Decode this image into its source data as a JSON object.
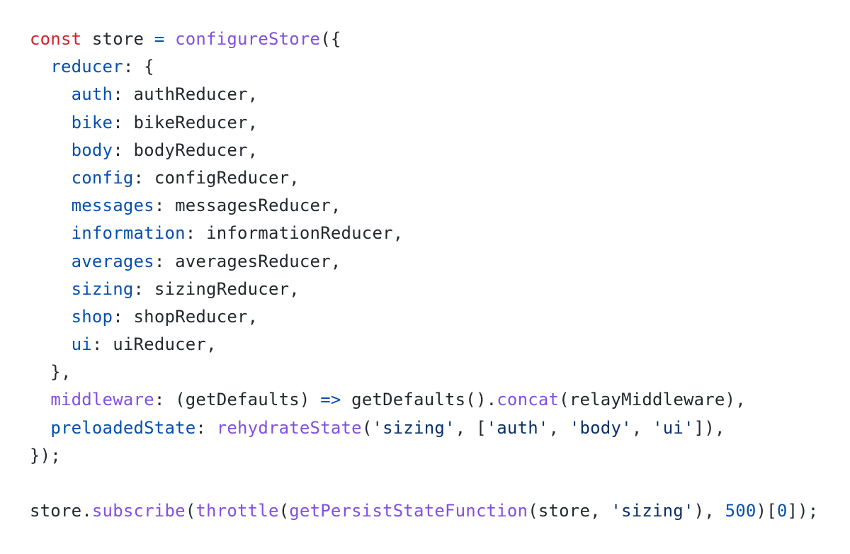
{
  "colors": {
    "background": "#ffffff",
    "plain": "#24292f",
    "keyword": "#cf222e",
    "property": "#0550ae",
    "function": "#8250df",
    "string": "#0a3069",
    "number": "#0550ae",
    "operator": "#0550ae"
  },
  "code": {
    "lines": [
      [
        {
          "t": "const",
          "k": "keyword"
        },
        {
          "t": " store ",
          "k": "plain"
        },
        {
          "t": "=",
          "k": "operator"
        },
        {
          "t": " ",
          "k": "plain"
        },
        {
          "t": "configureStore",
          "k": "function"
        },
        {
          "t": "({",
          "k": "plain"
        }
      ],
      [
        {
          "t": "  ",
          "k": "plain"
        },
        {
          "t": "reducer",
          "k": "property"
        },
        {
          "t": ": {",
          "k": "plain"
        }
      ],
      [
        {
          "t": "    ",
          "k": "plain"
        },
        {
          "t": "auth",
          "k": "property"
        },
        {
          "t": ": authReducer,",
          "k": "plain"
        }
      ],
      [
        {
          "t": "    ",
          "k": "plain"
        },
        {
          "t": "bike",
          "k": "property"
        },
        {
          "t": ": bikeReducer,",
          "k": "plain"
        }
      ],
      [
        {
          "t": "    ",
          "k": "plain"
        },
        {
          "t": "body",
          "k": "property"
        },
        {
          "t": ": bodyReducer,",
          "k": "plain"
        }
      ],
      [
        {
          "t": "    ",
          "k": "plain"
        },
        {
          "t": "config",
          "k": "property"
        },
        {
          "t": ": configReducer,",
          "k": "plain"
        }
      ],
      [
        {
          "t": "    ",
          "k": "plain"
        },
        {
          "t": "messages",
          "k": "property"
        },
        {
          "t": ": messagesReducer,",
          "k": "plain"
        }
      ],
      [
        {
          "t": "    ",
          "k": "plain"
        },
        {
          "t": "information",
          "k": "property"
        },
        {
          "t": ": informationReducer,",
          "k": "plain"
        }
      ],
      [
        {
          "t": "    ",
          "k": "plain"
        },
        {
          "t": "averages",
          "k": "property"
        },
        {
          "t": ": averagesReducer,",
          "k": "plain"
        }
      ],
      [
        {
          "t": "    ",
          "k": "plain"
        },
        {
          "t": "sizing",
          "k": "property"
        },
        {
          "t": ": sizingReducer,",
          "k": "plain"
        }
      ],
      [
        {
          "t": "    ",
          "k": "plain"
        },
        {
          "t": "shop",
          "k": "property"
        },
        {
          "t": ": shopReducer,",
          "k": "plain"
        }
      ],
      [
        {
          "t": "    ",
          "k": "plain"
        },
        {
          "t": "ui",
          "k": "property"
        },
        {
          "t": ": uiReducer,",
          "k": "plain"
        }
      ],
      [
        {
          "t": "  },",
          "k": "plain"
        }
      ],
      [
        {
          "t": "  ",
          "k": "plain"
        },
        {
          "t": "middleware",
          "k": "function"
        },
        {
          "t": ": (getDefaults) ",
          "k": "plain"
        },
        {
          "t": "=>",
          "k": "operator"
        },
        {
          "t": " getDefaults().",
          "k": "plain"
        },
        {
          "t": "concat",
          "k": "function"
        },
        {
          "t": "(relayMiddleware),",
          "k": "plain"
        }
      ],
      [
        {
          "t": "  ",
          "k": "plain"
        },
        {
          "t": "preloadedState",
          "k": "property"
        },
        {
          "t": ": ",
          "k": "plain"
        },
        {
          "t": "rehydrateState",
          "k": "function"
        },
        {
          "t": "(",
          "k": "plain"
        },
        {
          "t": "'sizing'",
          "k": "string"
        },
        {
          "t": ", [",
          "k": "plain"
        },
        {
          "t": "'auth'",
          "k": "string"
        },
        {
          "t": ", ",
          "k": "plain"
        },
        {
          "t": "'body'",
          "k": "string"
        },
        {
          "t": ", ",
          "k": "plain"
        },
        {
          "t": "'ui'",
          "k": "string"
        },
        {
          "t": "]),",
          "k": "plain"
        }
      ],
      [
        {
          "t": "});",
          "k": "plain"
        }
      ],
      [],
      [
        {
          "t": "store.",
          "k": "plain"
        },
        {
          "t": "subscribe",
          "k": "function"
        },
        {
          "t": "(",
          "k": "plain"
        },
        {
          "t": "throttle",
          "k": "function"
        },
        {
          "t": "(",
          "k": "plain"
        },
        {
          "t": "getPersistStateFunction",
          "k": "function"
        },
        {
          "t": "(store, ",
          "k": "plain"
        },
        {
          "t": "'sizing'",
          "k": "string"
        },
        {
          "t": "), ",
          "k": "plain"
        },
        {
          "t": "500",
          "k": "number"
        },
        {
          "t": ")[",
          "k": "plain"
        },
        {
          "t": "0",
          "k": "number"
        },
        {
          "t": "]);",
          "k": "plain"
        }
      ]
    ]
  }
}
